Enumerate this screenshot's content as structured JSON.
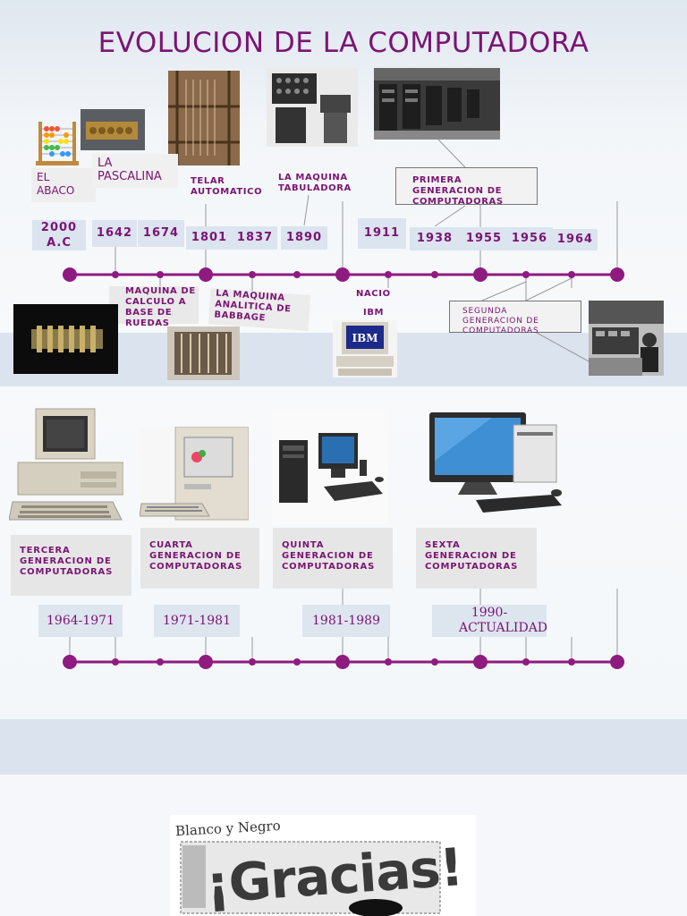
{
  "title": "EVOLUCION DE LA COMPUTADORA",
  "timeline1": {
    "years": [
      "2000 A.C",
      "1642",
      "1674",
      "1801",
      "1837",
      "1890",
      "1911",
      "1938",
      "1955",
      "1956",
      "1964"
    ],
    "labels": {
      "abaco": "EL ABACO",
      "pascalina": "LA PASCALINA",
      "telar": "TELAR AUTOMATICO",
      "tabuladora": "LA MAQUINA TABULADORA",
      "primera": "PRIMERA GENERACION DE COMPUTADORAS",
      "calculo": "MAQUINA DE CALCULO A BASE DE RUEDAS",
      "babbage": "LA MAQUINA ANALITICA DE BABBAGE",
      "nacio": "NACIO",
      "ibm": "IBM",
      "segunda": "SEGUNDA GENERACION DE COMPUTADORAS"
    }
  },
  "timeline2": {
    "generations": [
      {
        "label": "TERCERA GENERACION DE COMPUTADORAS",
        "range": "1964-1971"
      },
      {
        "label": "CUARTA GENERACION DE COMPUTADORAS",
        "range": "1971-1981"
      },
      {
        "label": "QUINTA GENERACION DE COMPUTADORAS",
        "range": "1981-1989"
      },
      {
        "label": "SEXTA GENERACION DE COMPUTADORAS",
        "range": "1990- ACTUALIDAD"
      }
    ]
  },
  "footer": {
    "logo_text": "Blanco y Negro",
    "thanks": "¡Gracias!"
  },
  "colors": {
    "accent": "#7b1474",
    "timeline": "#9b1f8a"
  }
}
